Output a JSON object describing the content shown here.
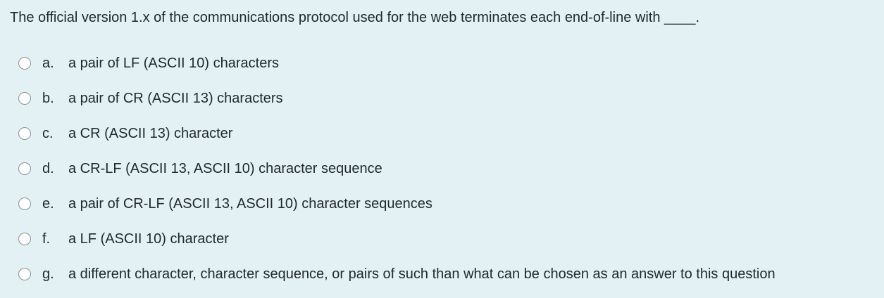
{
  "page": {
    "background_color": "#e3f1f5",
    "text_color": "#212930",
    "radio_border_color": "#8a9196",
    "radio_fill_color": "#fdfefe"
  },
  "question": {
    "text": "The official version 1.x of the communications protocol used for the web terminates each end-of-line with ____."
  },
  "options": [
    {
      "letter": "a.",
      "text": "a pair of LF (ASCII 10) characters",
      "selected": false
    },
    {
      "letter": "b.",
      "text": "a pair of CR (ASCII 13) characters",
      "selected": false
    },
    {
      "letter": "c.",
      "text": "a CR (ASCII 13) character",
      "selected": false
    },
    {
      "letter": "d.",
      "text": "a CR-LF (ASCII 13, ASCII 10) character sequence",
      "selected": false
    },
    {
      "letter": "e.",
      "text": "a pair of CR-LF (ASCII 13, ASCII 10) character sequences",
      "selected": false
    },
    {
      "letter": "f.",
      "text": "a LF (ASCII 10) character",
      "selected": false
    },
    {
      "letter": "g.",
      "text": "a different character, character sequence, or pairs of such than what can be chosen as an answer to this question",
      "selected": false
    }
  ]
}
